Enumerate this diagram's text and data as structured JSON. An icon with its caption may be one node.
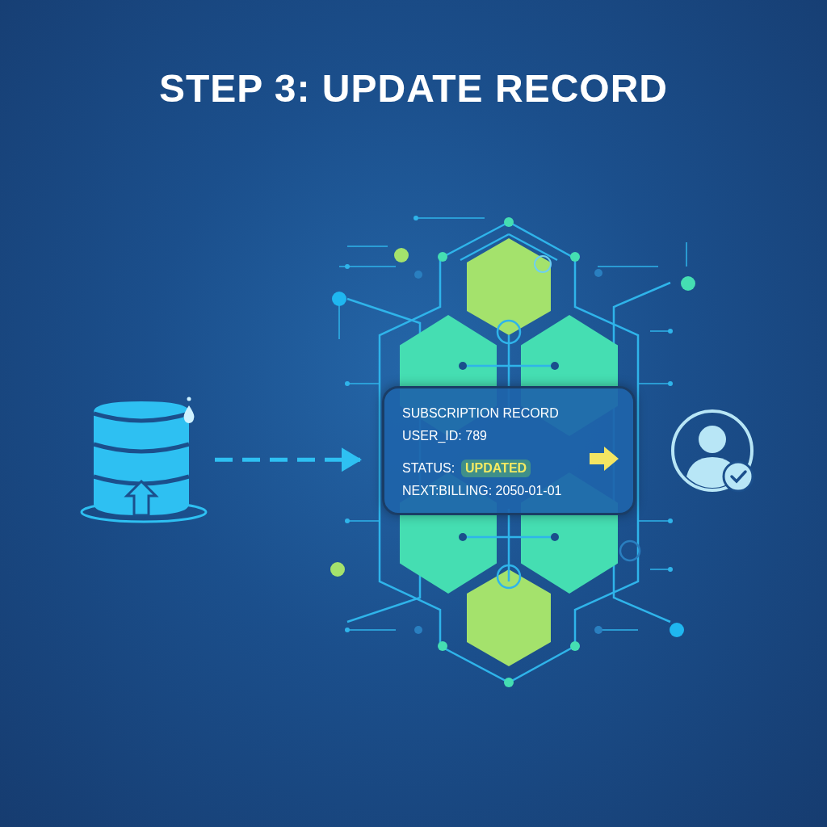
{
  "diagram": {
    "title": "STEP 3: UPDATE RECORD",
    "nodes": [
      {
        "text": [],
        "shape": "cylinder"
      },
      {
        "text": [
          "SUBSCRIPTION RECORD",
          "USER_ID: 789",
          "STATUS:",
          "UPDATED",
          "NEXT:BILLING: 2050-01-01"
        ]
      },
      {
        "text": [],
        "shape": "person"
      }
    ],
    "edges": [
      {
        "from": 0,
        "to": 1,
        "arrow": "to",
        "style": "dashed"
      }
    ]
  }
}
